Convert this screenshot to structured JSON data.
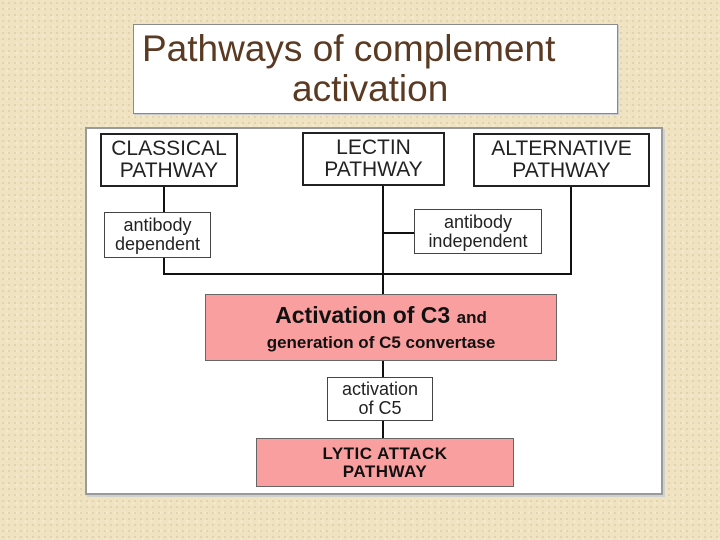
{
  "title": {
    "line1": "Pathways of complement",
    "line2": "activation"
  },
  "nodes": {
    "classical": {
      "line1": "CLASSICAL",
      "line2": "PATHWAY"
    },
    "lectin": {
      "line1": "LECTIN",
      "line2": "PATHWAY"
    },
    "alternative": {
      "line1": "ALTERNATIVE",
      "line2": "PATHWAY"
    },
    "antibody_dependent": {
      "line1": "antibody",
      "line2": "dependent"
    },
    "antibody_independent": {
      "line1": "antibody",
      "line2": "independent"
    },
    "c3": {
      "main": "Activation of C3",
      "suffix": "and",
      "line2": "generation of C5 convertase"
    },
    "c5": {
      "line1": "activation",
      "line2": "of C5"
    },
    "lytic": {
      "line1": "LYTIC ATTACK",
      "line2": "PATHWAY"
    }
  },
  "colors": {
    "title_text": "#5a3a22",
    "box_pink": "#f99f9f",
    "background": "#efe3c2"
  }
}
